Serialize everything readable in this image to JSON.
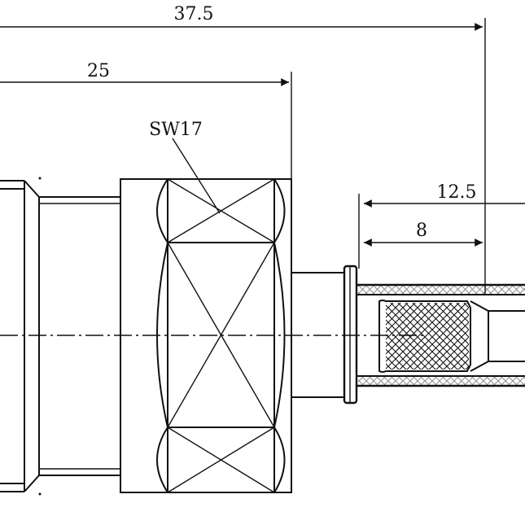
{
  "dimensions": {
    "overall_length": "37.5",
    "body_length": "25",
    "wrench_size": "SW17",
    "cable_strip_long": "12.5",
    "cable_strip_short": "8"
  }
}
